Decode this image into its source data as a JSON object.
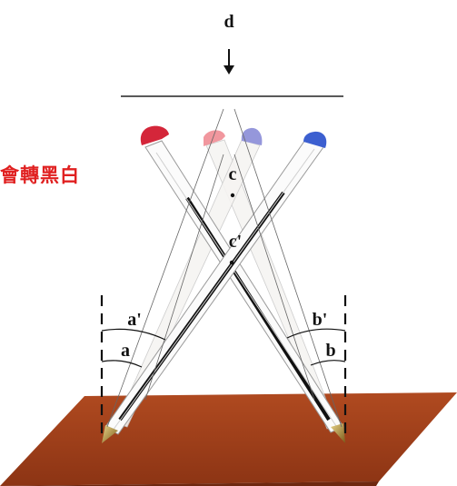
{
  "labels": {
    "d": "d",
    "c": "c",
    "c_prime": "c'",
    "a": "a",
    "a_prime": "a'",
    "b": "b",
    "b_prime": "b'"
  },
  "note": "會轉黑白",
  "colors": {
    "table": "#a0401c",
    "table_shadow": "#7a2c12",
    "cap_red": "#d4263a",
    "cap_pink": "#f08c94",
    "cap_light_blue": "#8a8cd8",
    "cap_blue": "#3c5fd0",
    "note": "#e02020"
  }
}
